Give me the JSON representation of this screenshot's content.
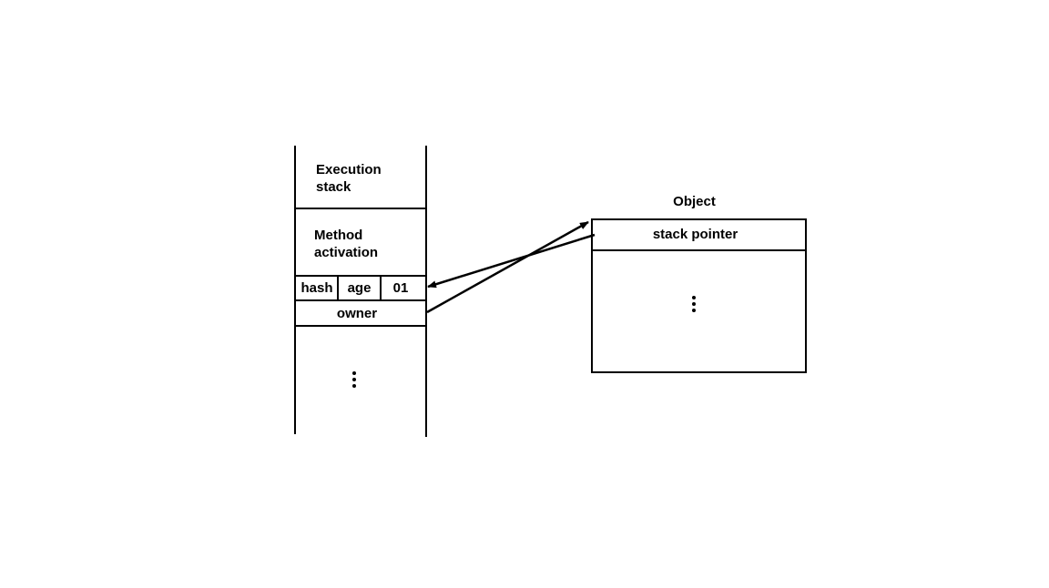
{
  "stack": {
    "execution_label_line1": "Execution",
    "execution_label_line2": "stack",
    "method_label_line1": "Method",
    "method_label_line2": "activation",
    "hash_label": "hash",
    "age_label": "age",
    "bits_label": "01",
    "owner_label": "owner"
  },
  "object": {
    "title": "Object",
    "field_label": "stack pointer"
  },
  "colors": {
    "line": "#000000",
    "background": "#ffffff"
  }
}
